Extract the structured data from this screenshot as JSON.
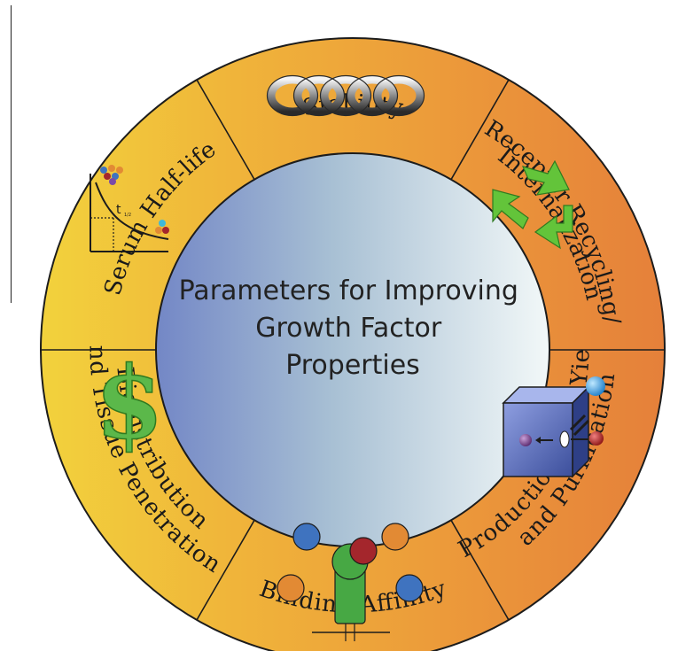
{
  "center": {
    "lines": [
      "Parameters for Improving",
      "Growth Factor",
      "Properties"
    ]
  },
  "segments": [
    {
      "id": "stability",
      "label": "Stability",
      "icon": "chain-links-icon"
    },
    {
      "id": "receptor",
      "label_lines": [
        "Receptor Recycling/",
        "Internalization"
      ],
      "icon": "recycle-arrows-icon"
    },
    {
      "id": "biodistribution",
      "label_lines": [
        "Biodistribution",
        "and Tissue Penetration"
      ],
      "icon": "tissue-cube-icon"
    },
    {
      "id": "binding",
      "label": "Binding Affinity",
      "icon": "receptor-binding-icon"
    },
    {
      "id": "production",
      "label_lines": [
        "Production Cost, Yield,",
        "and Purification"
      ],
      "icon": "dollar-icon"
    },
    {
      "id": "serum",
      "label": "Serum Half-life",
      "icon": "decay-curve-icon"
    }
  ],
  "halflife_icon": {
    "subscript": "t",
    "sub": "1/2"
  },
  "production_icon": {
    "symbol": "$"
  },
  "colors": {
    "ring_right": "#e8893a",
    "ring_left": "#f2d23c",
    "center_left": "#7a8fc8",
    "center_right": "#eef6f6",
    "recycle": "#63c43a",
    "dollar": "#5bb84a",
    "binding_green": "#47a844",
    "binding_red": "#a4262c",
    "binding_blue": "#3f73bf",
    "binding_orange": "#e28a34"
  }
}
